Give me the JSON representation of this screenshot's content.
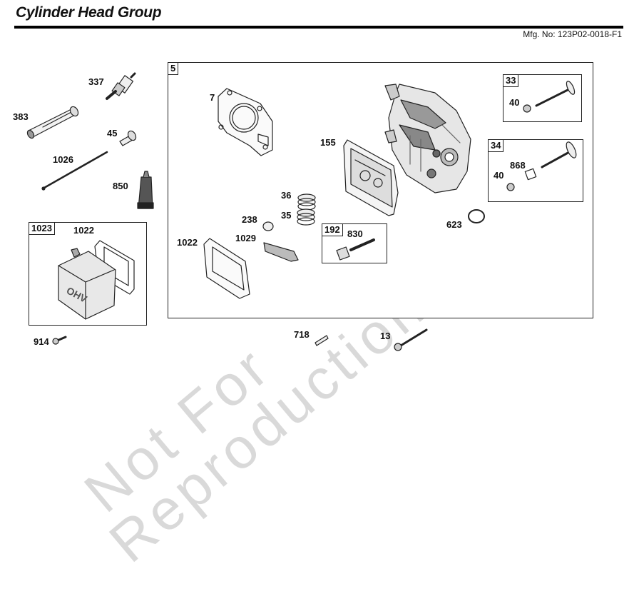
{
  "header": {
    "title": "Cylinder Head Group",
    "mfg_no": "Mfg. No: 123P02-0018-F1"
  },
  "watermark": {
    "line1": "Not For",
    "line2": "Reproduction"
  },
  "groups": {
    "main": "5",
    "g1023": "1023",
    "g192": "192",
    "g33": "33",
    "g34": "34"
  },
  "parts": {
    "p337": "337",
    "p383": "383",
    "p45": "45",
    "p1026": "1026",
    "p850": "850",
    "p1022a": "1022",
    "p914": "914",
    "p7": "7",
    "p155": "155",
    "p36": "36",
    "p35": "35",
    "p238": "238",
    "p1029": "1029",
    "p1022b": "1022",
    "p830": "830",
    "p623": "623",
    "p40a": "40",
    "p40b": "40",
    "p868": "868",
    "p718": "718",
    "p13": "13"
  },
  "colors": {
    "line": "#222222",
    "watermark": "#d9d9d9"
  }
}
